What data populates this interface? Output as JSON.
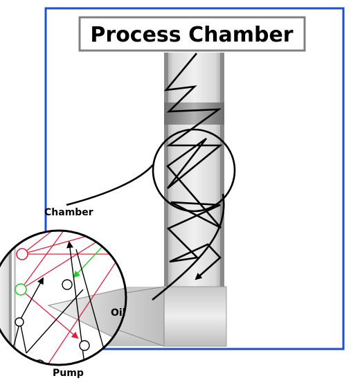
{
  "title": "Process Chamber",
  "labels": {
    "chamber": "Chamber",
    "oil": "Oil",
    "pump": "Pump"
  },
  "colors": {
    "frame": "#1a4fd6",
    "molecule_path": "#000000",
    "red_path": "#e0203a",
    "green_path": "#22cc22",
    "title_border": "#808080"
  }
}
